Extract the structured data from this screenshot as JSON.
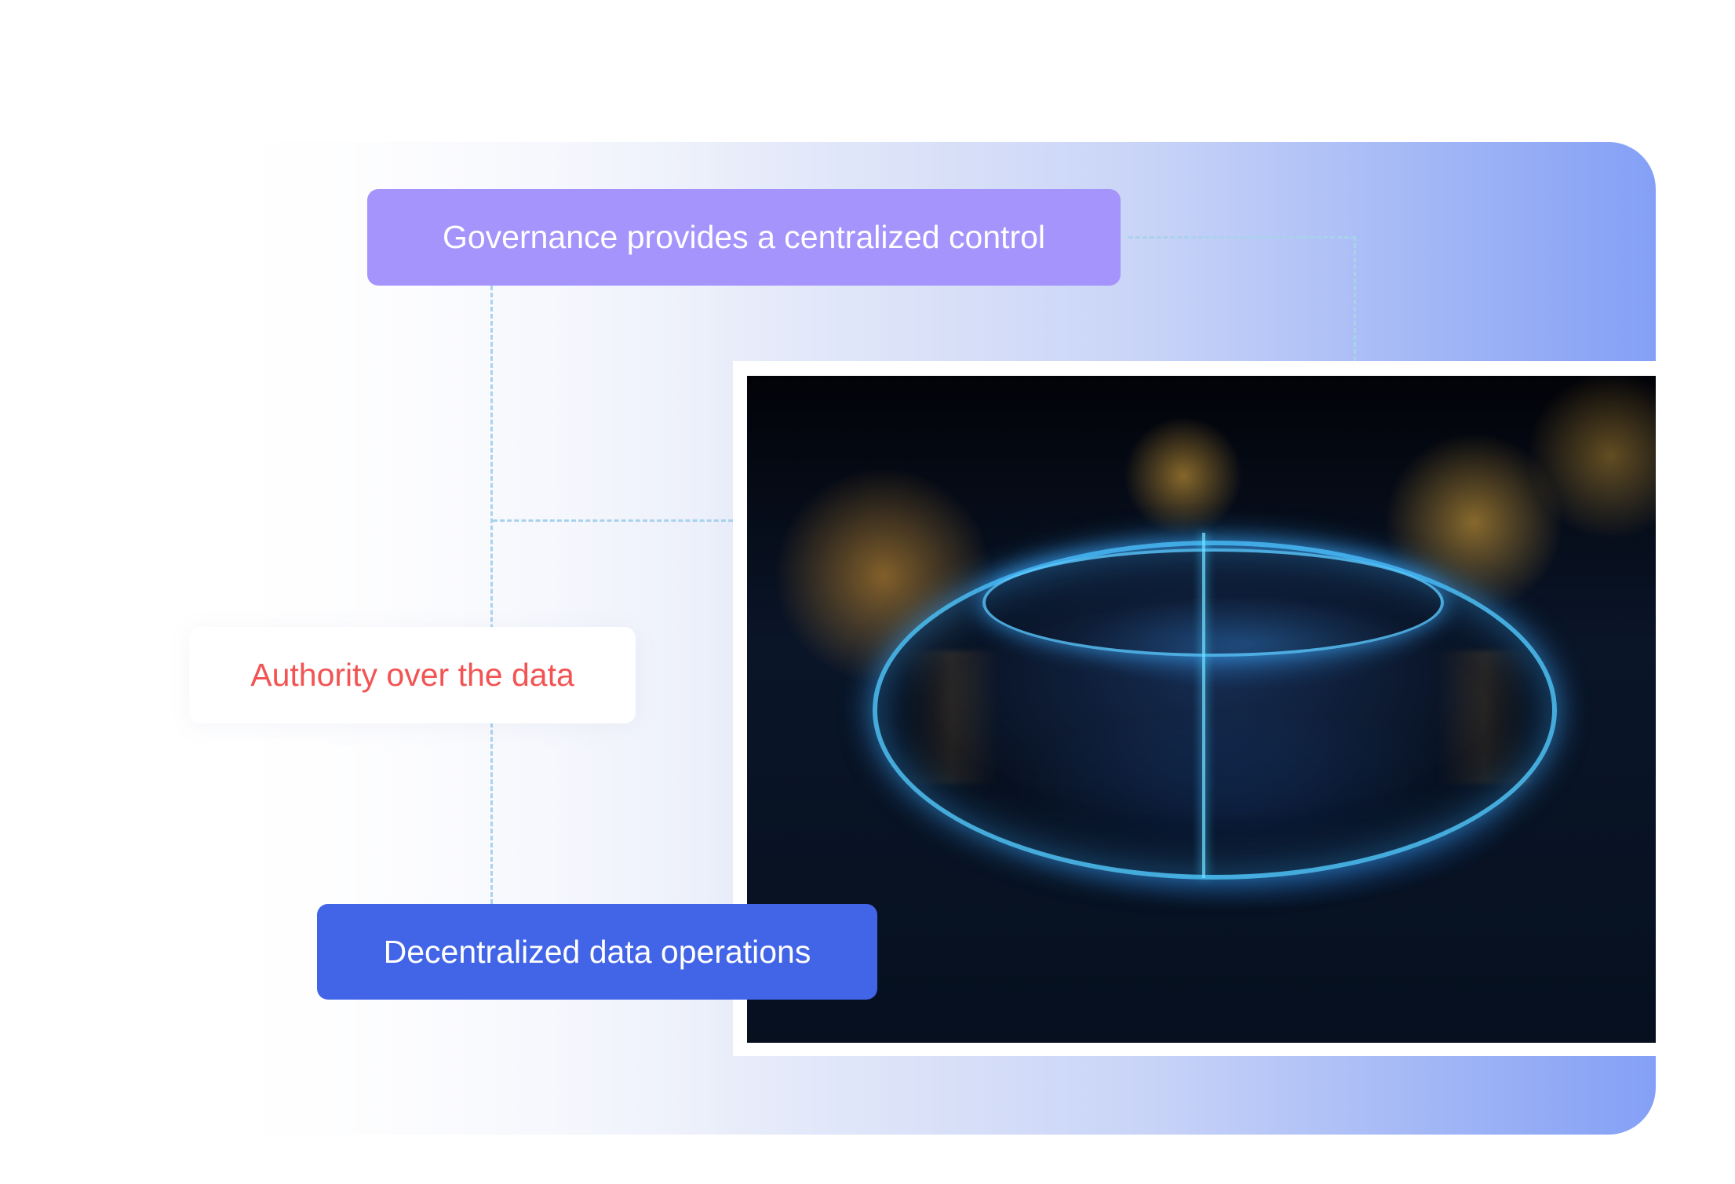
{
  "labels": {
    "governance": "Governance provides a centralized control",
    "authority": "Authority over the data",
    "decentralized": "Decentralized data operations"
  },
  "colors": {
    "governance_bg": "#a594fc",
    "authority_text": "#f25353",
    "decentralized_bg": "#4264e6",
    "connector": "#a9d2ec"
  },
  "image": {
    "icon": "data-ring-illustration"
  }
}
